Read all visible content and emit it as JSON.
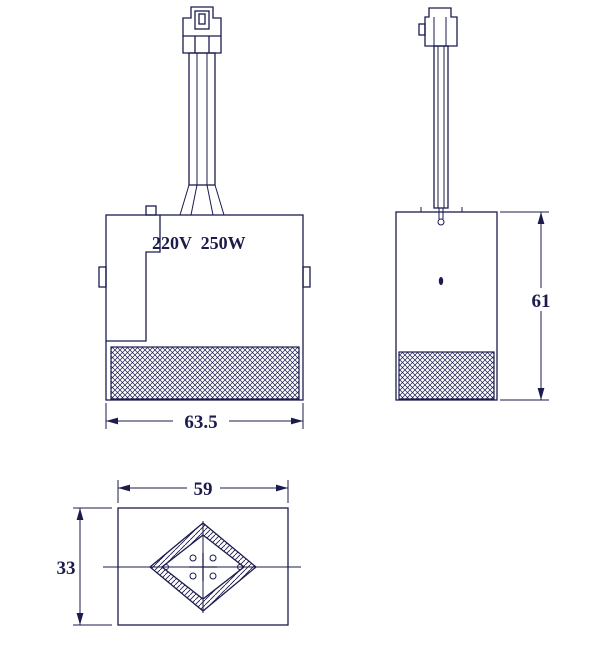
{
  "drawing": {
    "line_color": "#1b1b4e",
    "front_view": {
      "power_label": "220V  250W",
      "width_dim": "63.5"
    },
    "side_view": {
      "height_dim": "61"
    },
    "bottom_view": {
      "width_dim": "59",
      "depth_dim": "33"
    }
  }
}
